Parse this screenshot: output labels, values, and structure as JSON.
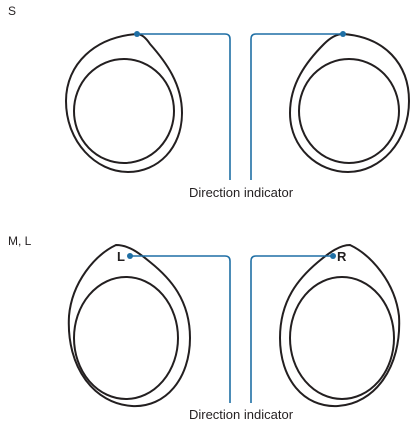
{
  "sections": [
    {
      "size_label": "S",
      "caption": "Direction indicator"
    },
    {
      "size_label": "M, L",
      "caption": "Direction indicator",
      "left_letter": "L",
      "right_letter": "R"
    }
  ],
  "colors": {
    "outline": "#231f20",
    "indicator": "#1f6fa5"
  }
}
